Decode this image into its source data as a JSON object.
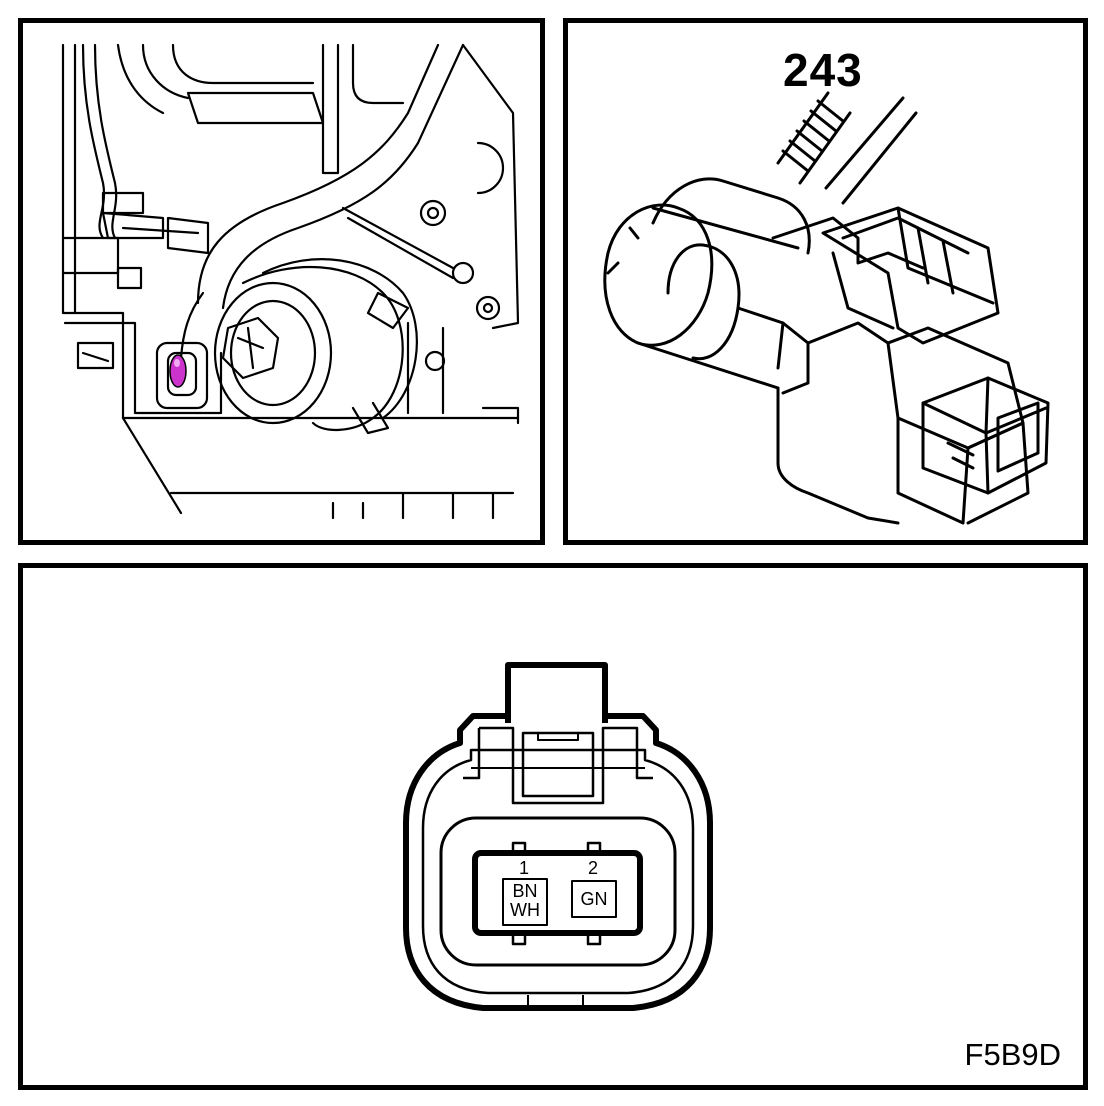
{
  "engine_view": {
    "highlight_color": "#cc33cc"
  },
  "connector_view": {
    "part_number": "243"
  },
  "connector_face": {
    "pins": [
      {
        "number": "1",
        "wire_lines": [
          "BN",
          "WH"
        ]
      },
      {
        "number": "2",
        "wire_lines": [
          "GN"
        ]
      }
    ],
    "figure_code": "F5B9D"
  }
}
